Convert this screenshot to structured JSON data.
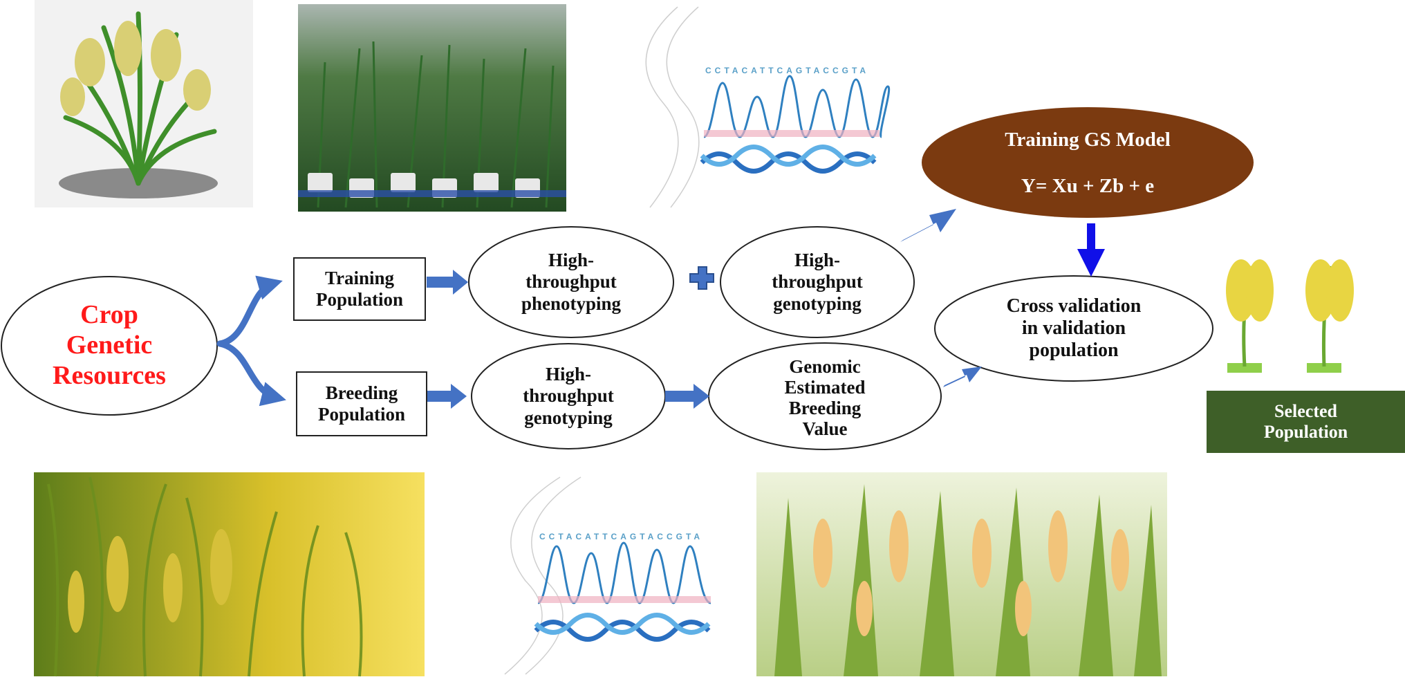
{
  "colors": {
    "arrow_blue": "#4472C4",
    "arrow_pure_blue": "#1010E8",
    "model_ellipse": "#7B3A10",
    "selected_box": "#3E5F28",
    "crop_text": "#FF1A1A"
  },
  "nodes": {
    "crop": "Crop\nGenetic\nResources",
    "training_population": "Training\nPopulation",
    "breeding_population": "Breeding\nPopulation",
    "ht_phenotyping": "High-\nthroughput\nphenotyping",
    "ht_genotyping_top": "High-\nthroughput\ngenotyping",
    "ht_genotyping_bottom": "High-\nthroughput\ngenotyping",
    "gebv": "Genomic\nEstimated\nBreeding\nValue",
    "cross_validation": "Cross validation\nin validation\npopulation",
    "model_title": "Training GS Model",
    "model_equation": "Y= Xu + Zb + e",
    "selected_population": "Selected\nPopulation"
  },
  "dna_sequence": "CCTACATTCAGTACCGTA",
  "icons": [
    "rice-plant-icon",
    "greenhouse-photo",
    "dna-chromatogram-icon",
    "rice-field-photo",
    "rice-panicle-icon",
    "plus-icon"
  ]
}
